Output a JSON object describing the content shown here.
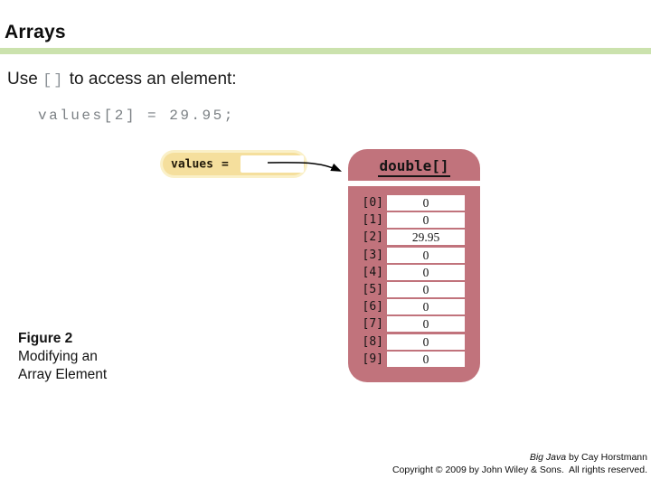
{
  "slide": {
    "title": "Arrays",
    "heading": {
      "pre": "Use ",
      "brackets": "[]",
      "post": " to access an element:"
    },
    "code_line": "values[2] = 29.95;"
  },
  "figure": {
    "variable": {
      "name": "values",
      "assign": "="
    },
    "array": {
      "type_label": "double[]",
      "rows": [
        {
          "index": "[0]",
          "value": "0"
        },
        {
          "index": "[1]",
          "value": "0"
        },
        {
          "index": "[2]",
          "value": "29.95"
        },
        {
          "index": "[3]",
          "value": "0"
        },
        {
          "index": "[4]",
          "value": "0"
        },
        {
          "index": "[5]",
          "value": "0"
        },
        {
          "index": "[6]",
          "value": "0"
        },
        {
          "index": "[7]",
          "value": "0"
        },
        {
          "index": "[8]",
          "value": "0"
        },
        {
          "index": "[9]",
          "value": "0"
        }
      ]
    },
    "caption": {
      "title": "Figure 2",
      "line1": "Modifying an",
      "line2": "Array Element"
    }
  },
  "footer": {
    "book_title": "Big Java",
    "line1_rest": " by Cay Horstmann",
    "line2": "Copyright © 2009 by John Wiley & Sons.  All rights reserved."
  },
  "colors": {
    "accent_green": "#cbe2ad",
    "array_rose": "#c1737c",
    "pill_outer_yellow": "#faf0c8",
    "pill_inner_yellow": "#f5df9d",
    "code_gray": "#7b8084",
    "bracket_gray": "#8b9196",
    "arrow_black": "#000000"
  }
}
